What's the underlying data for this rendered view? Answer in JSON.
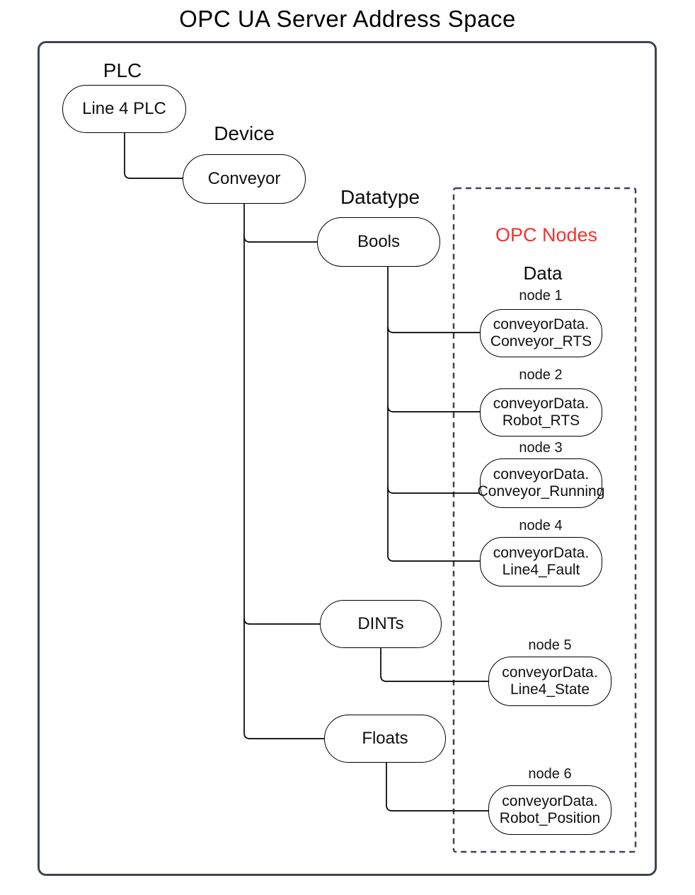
{
  "title": "OPC UA Server Address Space",
  "colors": {
    "accent_red": "#f23331",
    "frame_border": "#3e4550",
    "line": "#000000"
  },
  "tree": {
    "plc": {
      "label": "PLC",
      "node": "Line 4 PLC"
    },
    "device": {
      "label": "Device",
      "node": "Conveyor"
    },
    "datatype": {
      "label": "Datatype",
      "nodes": [
        "Bools",
        "DINTs",
        "Floats"
      ]
    }
  },
  "opc": {
    "heading": "OPC Nodes",
    "subheading": "Data",
    "nodes": [
      {
        "caption": "node 1",
        "line1": "conveyorData.",
        "line2": "Conveyor_RTS"
      },
      {
        "caption": "node 2",
        "line1": "conveyorData.",
        "line2": "Robot_RTS"
      },
      {
        "caption": "node 3",
        "line1": "conveyorData.",
        "line2": "Conveyor_Running"
      },
      {
        "caption": "node 4",
        "line1": "conveyorData.",
        "line2": "Line4_Fault"
      },
      {
        "caption": "node 5",
        "line1": "conveyorData.",
        "line2": "Line4_State"
      },
      {
        "caption": "node 6",
        "line1": "conveyorData.",
        "line2": "Robot_Position"
      }
    ]
  }
}
